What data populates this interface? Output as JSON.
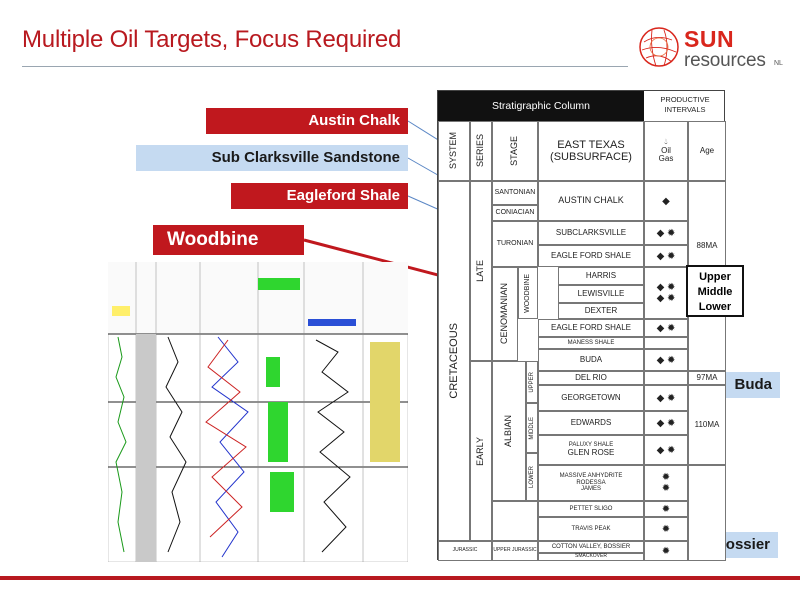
{
  "title": "Multiple Oil Targets, Focus Required",
  "logo": {
    "word1": "SUN",
    "word2": "resources",
    "suffix": "NL"
  },
  "labels": {
    "austin": "Austin Chalk",
    "subclarks": "Sub Clarksville Sandstone",
    "eagleford": "Eagleford Shale",
    "woodbine": "Woodbine",
    "buda": "Buda",
    "bossier": "Bossier"
  },
  "column": {
    "title": "Stratigraphic Column",
    "productive": "PRODUCTIVE INTERVALS",
    "system": "SYSTEM",
    "series": "SERIES",
    "stage": "STAGE",
    "region": "EAST TEXAS (SUBSURFACE)",
    "oil": "Oil",
    "gas": "Gas",
    "age": "Age",
    "cretaceous": "CRETACEOUS",
    "late": "LATE",
    "early": "EARLY",
    "santonian": "SANTONIAN",
    "coniacian": "CONIACIAN",
    "turonian": "TURONIAN",
    "cenomanian": "CENOMANIAN",
    "albian": "ALBIAN",
    "woodbine": "WOODBINE",
    "upper": "UPPER",
    "middle": "MIDDLE",
    "lower": "LOWER",
    "austin": "AUSTIN CHALK",
    "subclarks": "SUBCLARKSVILLE",
    "eagle1": "EAGLE FORD SHALE",
    "harris": "HARRIS",
    "lewisville": "LEWISVILLE",
    "dexter": "DEXTER",
    "eagle2": "EAGLE FORD SHALE",
    "maness": "MANESS SHALE",
    "buda": "BUDA",
    "delrio": "DEL RIO",
    "georgetown": "GEORGETOWN",
    "edwards": "EDWARDS",
    "paluxy": "PALUXY SHALE",
    "glenrose": "GLEN ROSE",
    "massive": "MASSIVE ANHYDRITE",
    "rodessa": "RODESSA",
    "james": "JAMES",
    "pettet": "PETTET SLIGO",
    "travis": "TRAVIS PEAK",
    "cotton": "COTTON VALLEY, BOSSIER",
    "smackover": "SMACKOVER",
    "jurassic": "JURASSIC",
    "upperjur": "UPPER JURASSIC",
    "age88": "88MA",
    "age97": "97MA",
    "age110": "110MA",
    "upper_label": "Upper",
    "middle_label": "Middle",
    "lower_label": "Lower"
  },
  "colors": {
    "accent": "#b8191f",
    "label_red": "#c0181e",
    "label_blue": "#c5daf1",
    "arrow_red": "#c0181e",
    "arrow_blue": "#5b87c5"
  }
}
